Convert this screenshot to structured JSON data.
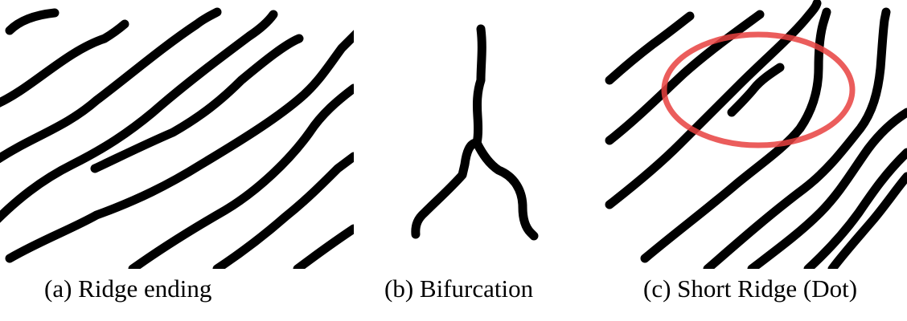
{
  "panels": [
    {
      "id": "a",
      "caption": "(a) Ridge ending"
    },
    {
      "id": "b",
      "caption": "(b) Bifurcation"
    },
    {
      "id": "c",
      "caption": "(c) Short Ridge (Dot)"
    }
  ],
  "colors": {
    "ridge": "#000000",
    "highlight": "#e8413f",
    "background": "#ffffff"
  }
}
